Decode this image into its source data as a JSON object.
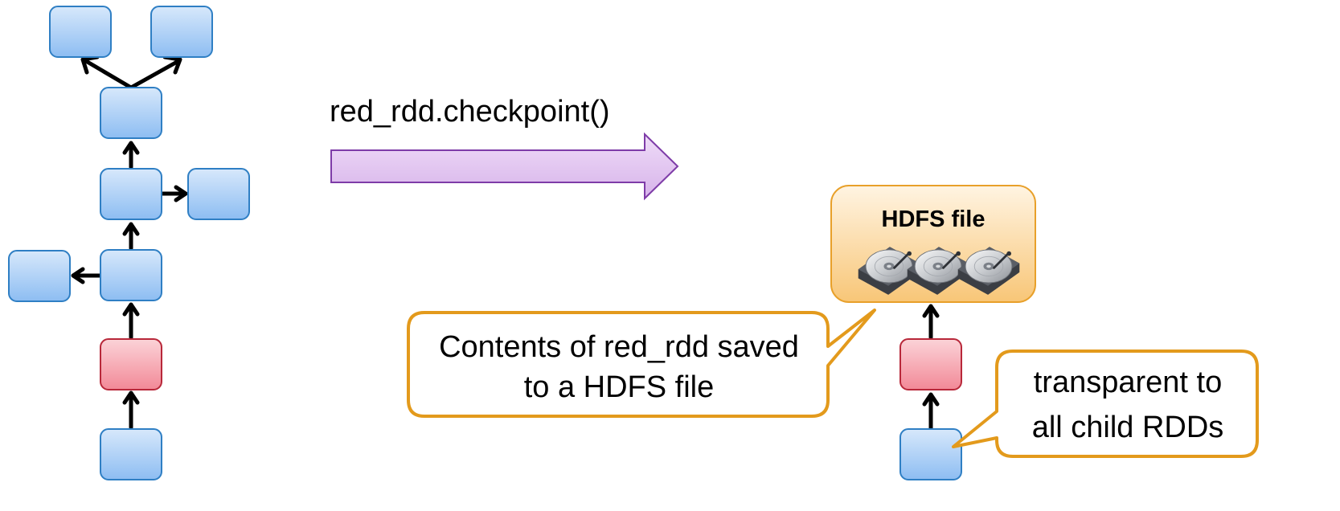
{
  "code_label": "red_rdd.checkpoint()",
  "hdfs_title": "HDFS file",
  "callout_saved": {
    "line1": "Contents of red_rdd saved",
    "line2": "to a HDFS file"
  },
  "callout_transparent": {
    "line1": "transparent to",
    "line2": "all child RDDs"
  },
  "colors": {
    "rdd_blue_fill": "#a9cdf5",
    "rdd_blue_stroke": "#2f7fc4",
    "rdd_red_fill": "#f6a3ad",
    "rdd_red_stroke": "#b8283a",
    "arrow_purple_fill": "#e3c8f0",
    "arrow_purple_stroke": "#7e3ca8",
    "hdfs_fill": "#fbd79a",
    "hdfs_stroke": "#e8a02a",
    "callout_stroke": "#e39a1c"
  },
  "icons": [
    "hard-drive-icon",
    "hard-drive-icon",
    "hard-drive-icon"
  ]
}
